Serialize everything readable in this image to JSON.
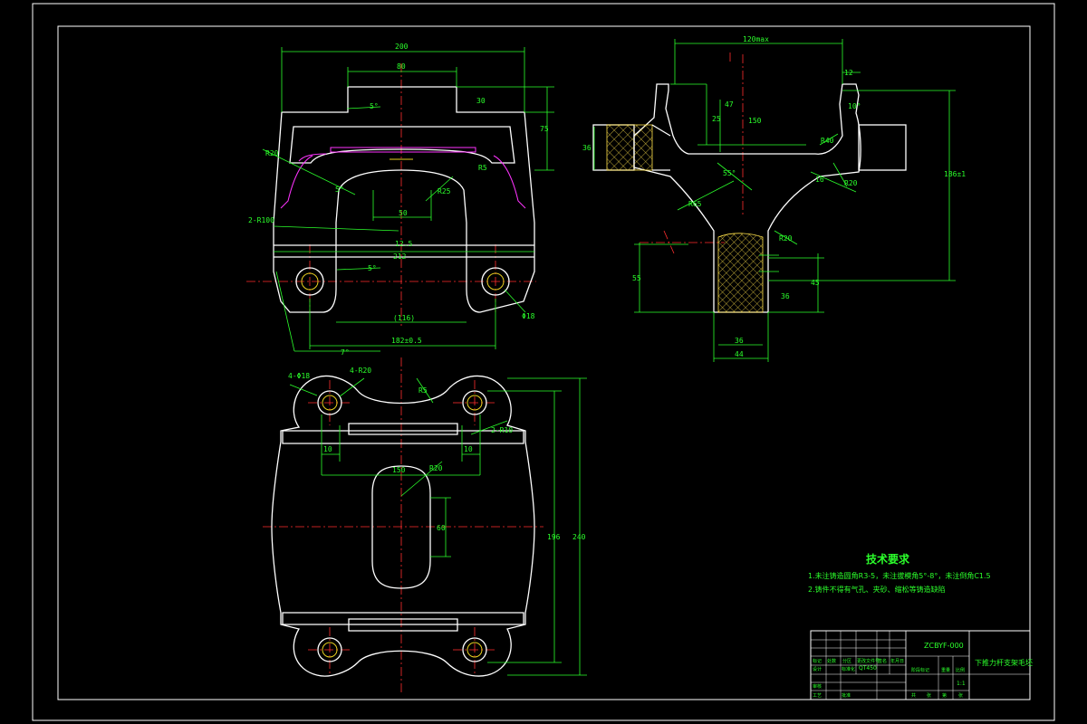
{
  "drawing": {
    "front_view": {
      "dims": {
        "overall_width": "200",
        "top_boss_width": "80",
        "boss_height": "30",
        "body_height": "75",
        "draft_1": "5°",
        "draft_2": "5°",
        "draft_3": "5°",
        "draft_4": "7°",
        "radius_left": "2-R100",
        "radius_inner": "R20",
        "radius_r25": "R25",
        "slot_width": "50",
        "step_12": "12.5",
        "base_212": "212",
        "center_116": "(116)",
        "holes_182": "182±0.5",
        "hole_dia": "Φ18",
        "side_r": "R5"
      }
    },
    "side_view": {
      "dims": {
        "top_width": "120max",
        "rib_12": "12",
        "height_25": "25",
        "height_47": "47",
        "chamfer_10": "10°",
        "width_150": "150",
        "boss_36": "36",
        "angle_55": "55°",
        "r_label_65": "R65",
        "r_label_40": "R40",
        "thk_16": "16",
        "r_label_20": "R20",
        "total_height": "186±1",
        "stem_r": "R20",
        "stem_h_55": "55",
        "stem_h_45": "45",
        "stem_h_36": "36",
        "stem_w_36": "36",
        "stem_w_44": "44"
      }
    },
    "plan_view": {
      "dims": {
        "hole_callout_1": "4-Φ18",
        "hole_callout_2": "4-R20",
        "r_top": "R5",
        "r_side": "2-R10",
        "spacing_10a": "10",
        "spacing_10b": "10",
        "center_150": "150",
        "slot_r": "R20",
        "slot_len": "60",
        "pitch_196": "196",
        "overall_240": "240"
      }
    },
    "notes": {
      "title": "技术要求",
      "line1": "1.未注铸造圆角R3-5，未注拔模角5°-8°，未注倒角C1.5",
      "line2": "2.铸件不得有气孔、夹砂、缩松等铸造缺陷"
    },
    "title_block": {
      "part_code": "ZCBYF-000",
      "part_name": "下推力杆支架毛坯",
      "scale": "1:1",
      "material": "QT450",
      "labels": [
        "标记",
        "处数",
        "分区",
        "更改文件号",
        "签名",
        "年月日",
        "设计",
        "审核",
        "工艺",
        "批准",
        "标准化",
        "阶段标记",
        "重量",
        "比例",
        "共",
        "张",
        "第",
        "张"
      ]
    }
  },
  "colors": {
    "background": "#000000",
    "outline": "#ffffff",
    "dimension": "#2bff2b",
    "centerline": "#ff2d2d",
    "hidden": "#ff33ff",
    "hatch": "#ffe14a"
  }
}
